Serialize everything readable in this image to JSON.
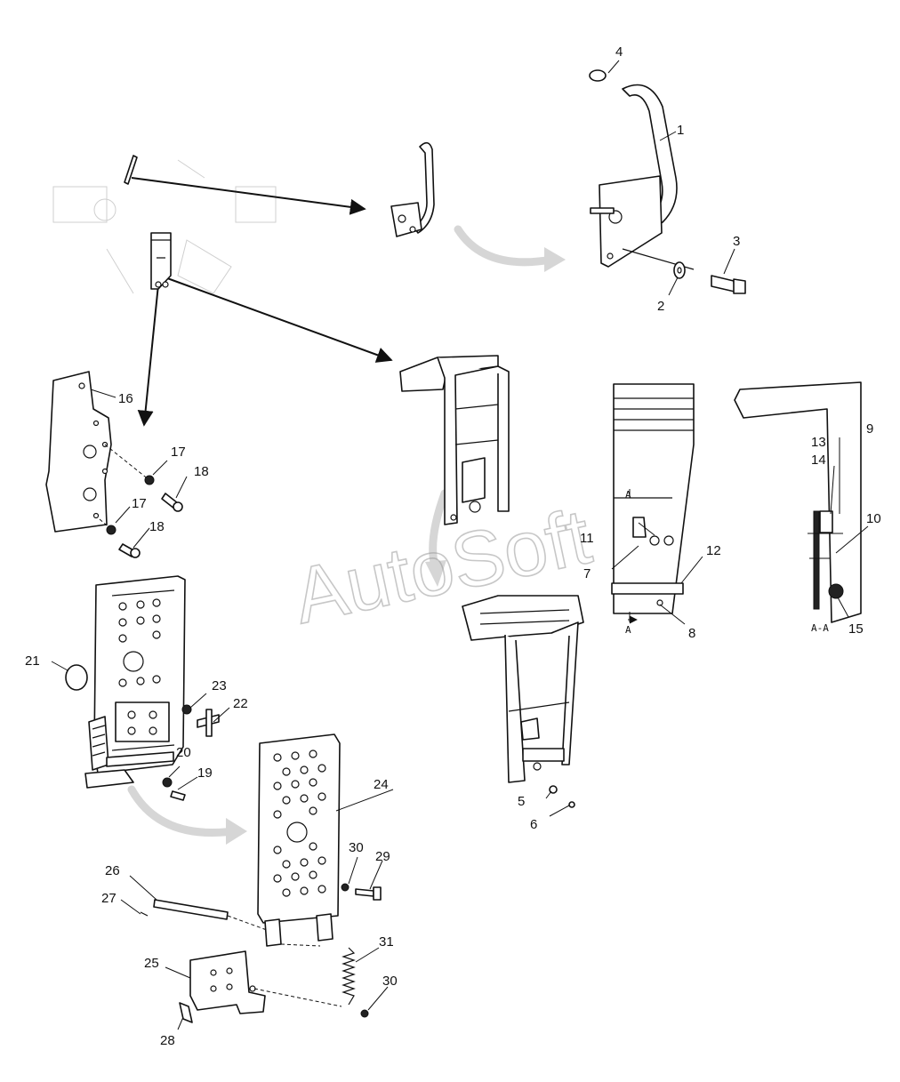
{
  "watermark": "AutoSoft",
  "section_marks": {
    "cut_left": "A",
    "cut_right": "A",
    "view": "A-A"
  },
  "callouts": {
    "c1": "1",
    "c2": "2",
    "c3": "3",
    "c4": "4",
    "c5": "5",
    "c6": "6",
    "c7": "7",
    "c8": "8",
    "c9": "9",
    "c10": "10",
    "c11": "11",
    "c12": "12",
    "c13": "13",
    "c14": "14",
    "c15": "15",
    "c16": "16",
    "c17a": "17",
    "c17b": "17",
    "c18a": "18",
    "c18b": "18",
    "c19": "19",
    "c20": "20",
    "c21": "21",
    "c22": "22",
    "c23": "23",
    "c24": "24",
    "c25": "25",
    "c26": "26",
    "c27": "27",
    "c28": "28",
    "c29": "29",
    "c30a": "30",
    "c30b": "30",
    "c31": "31"
  },
  "colors": {
    "line": "#111111",
    "flow_arrow": "#d6d6d6",
    "watermark": "#9a9a9a"
  }
}
